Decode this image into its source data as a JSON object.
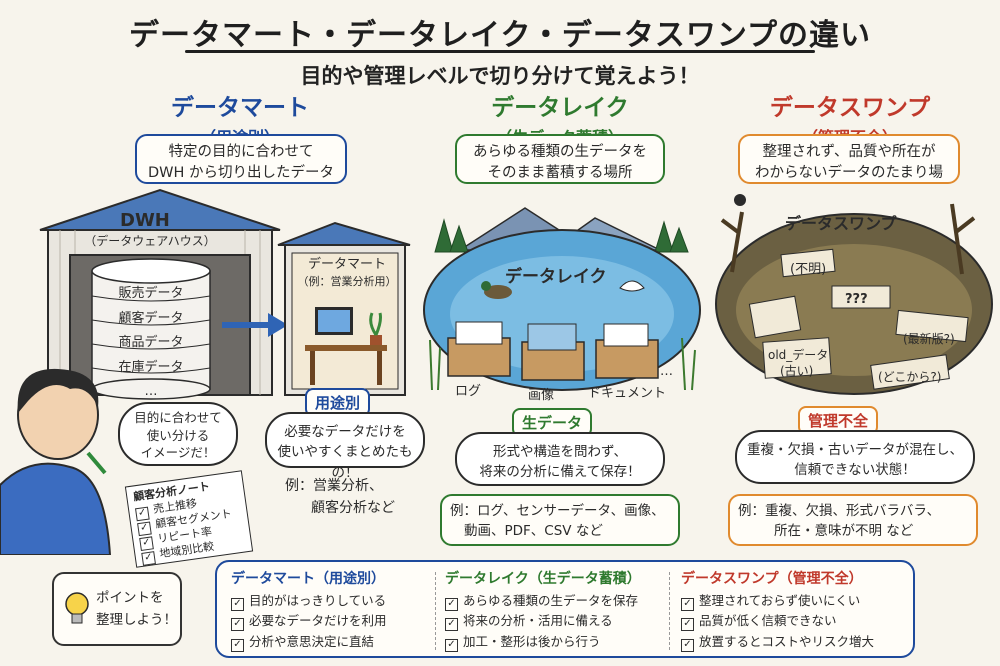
{
  "header": {
    "title": "データマート・データレイク・データスワンプの違い",
    "subtitle": "目的や管理レベルで切り分けて覚えよう！"
  },
  "colors": {
    "mart": "#1e4a9c",
    "lake": "#2f7a2f",
    "swamp": "#c0392b",
    "swamp_box": "#e08a2e"
  },
  "mart": {
    "heading": "データマート",
    "subheading": "（用途別）",
    "description_line1": "特定の目的に合わせて",
    "description_line2": "DWH から切り出したデータ",
    "dwh_label": "DWH",
    "dwh_sub": "（データウェアハウス）",
    "dwh_items": [
      "販売データ",
      "顧客データ",
      "商品データ",
      "在庫データ",
      "…"
    ],
    "mart_box_title": "データマート",
    "mart_box_sub": "（例：営業分析用）",
    "tag": "用途別",
    "bubble_line1": "必要なデータだけを",
    "bubble_line2": "使いやすくまとめたもの！",
    "example_line1": "例：営業分析、",
    "example_line2": "顧客分析など",
    "thought_line1": "目的に合わせて",
    "thought_line2": "使い分ける",
    "thought_line3": "イメージだ！",
    "notebook_title": "顧客分析ノート",
    "notebook_items": [
      "売上推移",
      "顧客セグメント",
      "リピート率",
      "地域別比較"
    ]
  },
  "lake": {
    "heading": "データレイク",
    "subheading": "（生データ蓄積）",
    "description_line1": "あらゆる種類の生データを",
    "description_line2": "そのまま蓄積する場所",
    "lake_label": "データレイク",
    "box_labels": [
      "ログ",
      "画像",
      "ドキュメント",
      "…"
    ],
    "tag": "生データ",
    "bubble_line1": "形式や構造を問わず、",
    "bubble_line2": "将来の分析に備えて保存！",
    "example_line1": "例：ログ、センサーデータ、画像、",
    "example_line2": "動画、PDF、CSV など"
  },
  "swamp": {
    "heading": "データスワンプ",
    "subheading": "（管理不全）",
    "description_line1": "整理されず、品質や所在が",
    "description_line2": "わからないデータのたまり場",
    "swamp_label": "データスワンプ",
    "notes": [
      "(不明)",
      "???",
      "(最新版?)",
      "old_データ",
      "(古い)",
      "(どこから?)"
    ],
    "tag": "管理不全",
    "bubble_line1": "重複・欠損・古いデータが混在し、",
    "bubble_line2": "信頼できない状態！",
    "example_line1": "例：重複、欠損、形式バラバラ、",
    "example_line2": "所在・意味が不明 など"
  },
  "point": {
    "line1": "ポイントを",
    "line2": "整理しよう！"
  },
  "summary": {
    "mart": {
      "heading": "データマート（用途別）",
      "items": [
        "目的がはっきりしている",
        "必要なデータだけを利用",
        "分析や意思決定に直結"
      ]
    },
    "lake": {
      "heading": "データレイク（生データ蓄積）",
      "items": [
        "あらゆる種類の生データを保存",
        "将来の分析・活用に備える",
        "加工・整形は後から行う"
      ]
    },
    "swamp": {
      "heading": "データスワンプ（管理不全）",
      "items": [
        "整理されておらず使いにくい",
        "品質が低く信頼できない",
        "放置するとコストやリスク増大"
      ]
    }
  }
}
